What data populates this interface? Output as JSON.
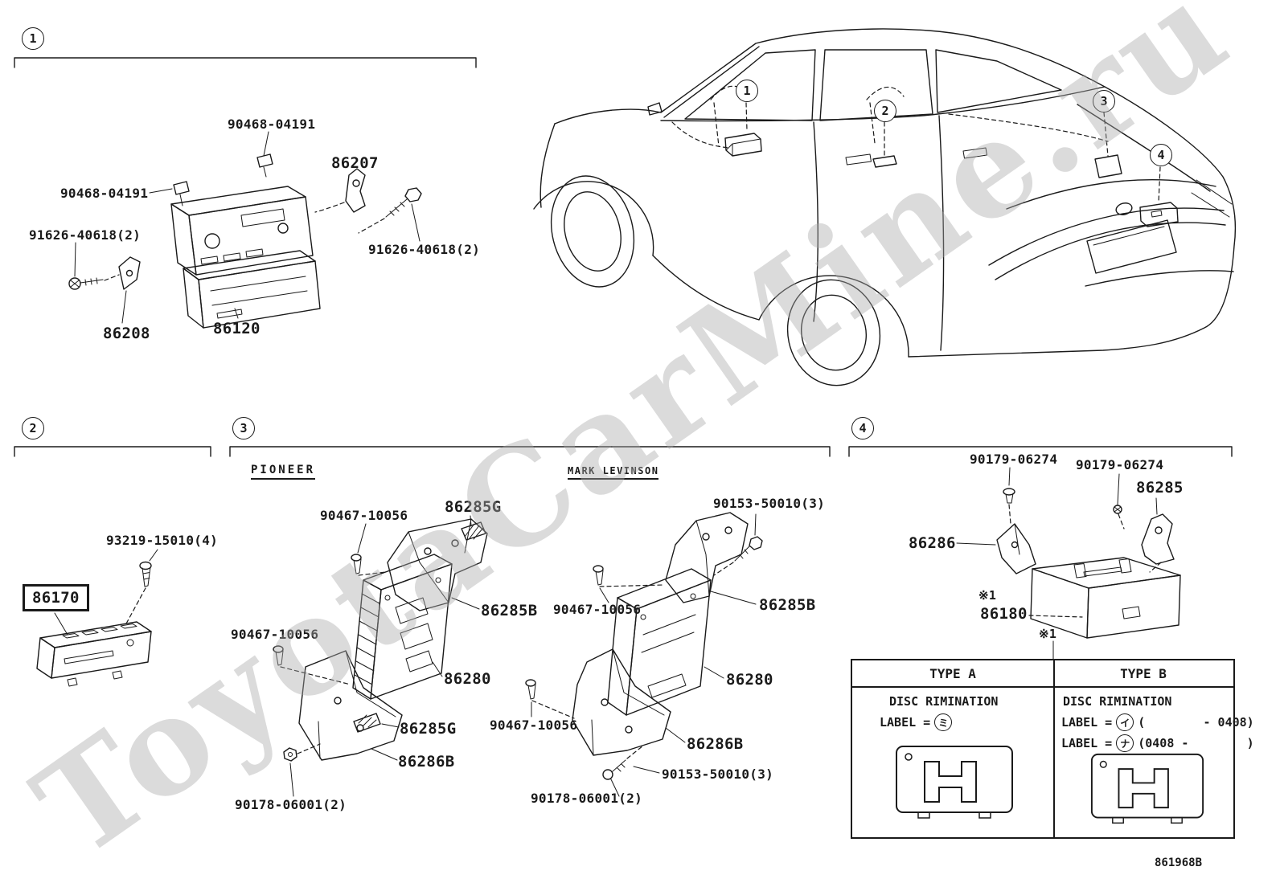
{
  "colors": {
    "ink": "#1a1a1a",
    "watermark_gray": "#aaaaaa",
    "background": "#ffffff"
  },
  "watermark": "ToyotaCarMine.ru",
  "doc_code": "861968B",
  "car": {
    "callouts": {
      "c1": "1",
      "c2": "2",
      "c3": "3",
      "c4": "4"
    }
  },
  "sections": {
    "one": {
      "callout": "1",
      "labels": {
        "clip_top": "90468-04191",
        "bracket": "86207",
        "clip_side": "90468-04191",
        "screw_left": "91626-40618(2)",
        "screw_right": "91626-40618(2)",
        "bracket_lower": "86208",
        "radio_assembly": "86120"
      }
    },
    "two": {
      "callout": "2",
      "labels": {
        "screw": "93219-15010(4)",
        "control_unit": "86170"
      }
    },
    "three": {
      "callout": "3",
      "pioneer": {
        "brand": "PIONEER",
        "labels": {
          "screw_top": "90467-10056",
          "spacer_top": "86285G",
          "bracket_upper": "86285B",
          "screw_mid": "90467-10056",
          "amplifier": "86280",
          "spacer_bottom": "86285G",
          "bracket_lower": "86286B",
          "bolt": "90178-06001(2)"
        }
      },
      "mark_levinson": {
        "brand": "MARK LEVINSON",
        "labels": {
          "screw_top": "90153-50010(3)",
          "screw_upper": "90467-10056",
          "bracket_upper": "86285B",
          "amplifier": "86280",
          "screw_lower": "90467-10056",
          "bracket_lower": "86286B",
          "screw_bottom": "90153-50010(3)",
          "bolt": "90178-06001(2)"
        }
      }
    },
    "four": {
      "callout": "4",
      "labels": {
        "grommet_left": "90179-06274",
        "grommet_right": "90179-06274",
        "bracket_right": "86285",
        "bracket_left": "86286",
        "tuner": "86180"
      },
      "note_tuner": "※1",
      "note_table": "※1"
    }
  },
  "table": {
    "type_a": {
      "header": "TYPE A",
      "line1": "DISC RIMINATION",
      "label_prefix": "LABEL =",
      "mark": "ミ"
    },
    "type_b": {
      "header": "TYPE B",
      "line1": "DISC RIMINATION",
      "label1_prefix": "LABEL =",
      "mark1": "イ",
      "range1": "(        - 0408)",
      "label2_prefix": "LABEL =",
      "mark2": "ナ",
      "range2": "(0408 -        )"
    }
  }
}
